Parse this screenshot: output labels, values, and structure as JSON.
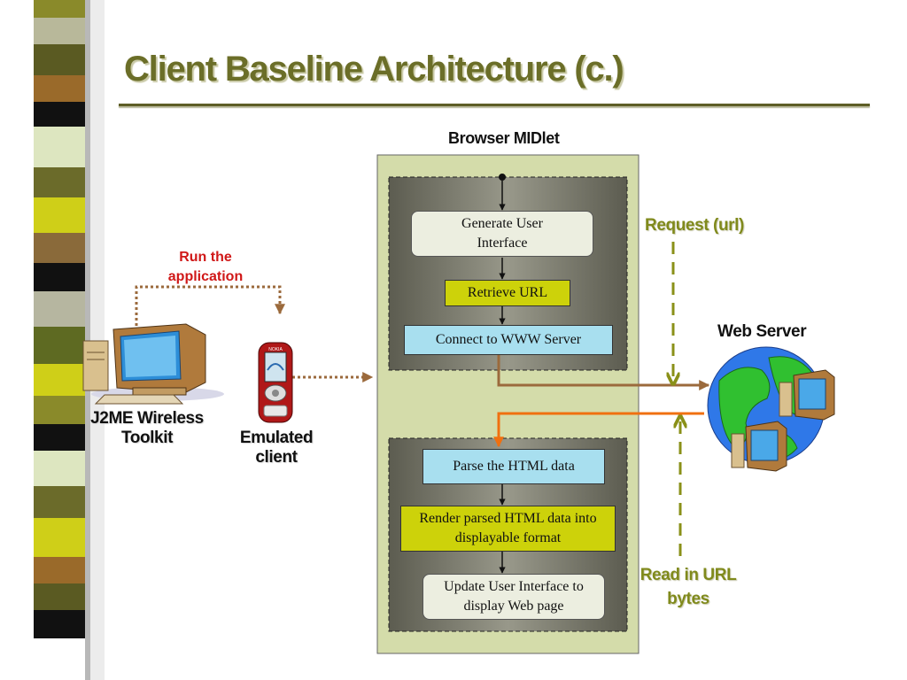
{
  "title": "Client Baseline Architecture (c.)",
  "midlet_label": "Browser MIDlet",
  "boxes": {
    "generate_ui": "Generate User Interface",
    "retrieve_url": "Retrieve URL",
    "connect_server": "Connect to WWW Server",
    "parse_html": "Parse the HTML data",
    "render_html": "Render parsed HTML data into displayable format",
    "update_ui": "Update User Interface to display Web page"
  },
  "labels": {
    "run_the_application": "Run the application",
    "j2me_toolkit": "J2ME Wireless Toolkit",
    "emulated_client": "Emulated client",
    "web_server": "Web Server",
    "request_url": "Request (url)",
    "read_url_bytes": "Read in URL bytes"
  },
  "phone_brand": "NOKIA",
  "colors": {
    "title": "#6b6e28",
    "panel_outer": "#d4dcaa",
    "panel_dark": "#6a6a5c",
    "box_yellow": "#cdd20a",
    "box_blue": "#a8dfef",
    "arrow_brown": "#9b6a3c",
    "arrow_orange": "#f07010",
    "arrow_olive": "#8a9018",
    "label_red": "#d01818"
  }
}
